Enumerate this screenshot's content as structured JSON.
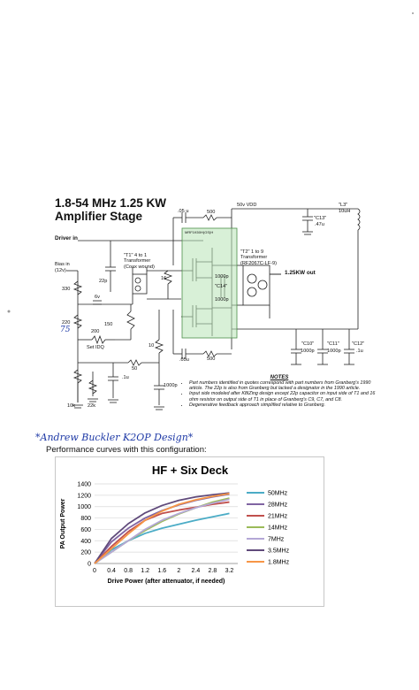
{
  "schematic": {
    "title_line1": "1.8-54 MHz 1.25 KW",
    "title_line2": "Amplifier Stage",
    "driver_in": "Driver in",
    "bias_in": "Bias in",
    "bias_volts": "(12v)",
    "r330": "330",
    "r220": "220",
    "v6": "6v",
    "r150": "150",
    "r200": "200",
    "set_idq": "Set IDQ",
    "r50": "50",
    "c1u": ".1u",
    "r10k": "10k",
    "r22k": "22k",
    "c22p": "22p",
    "t1_line1": "\"T1\" 4 to 1",
    "t1_line2": "Transformer",
    "t1_line3": "(Coax wound)",
    "r16": "16",
    "r10": "10",
    "c1000p_bottom": "1000p",
    "c05u_top": ".05 u",
    "r500_top": "500",
    "c05u_bottom": ".05u",
    "r500_bottom": "500",
    "mosfet_label": "MRF1K50H(GS)H",
    "c1000p_a": "1000p",
    "c14": "\"C14\"",
    "c1000p_b": "1000p",
    "t2_line1": "\"T2\" 1 to 9",
    "t2_line2": "Transformer",
    "t2_line3": "(RF2067C-LF-9)",
    "out_label": "1.25KW out",
    "vdd": "50v VDD",
    "c13": "\"C13\"",
    "c13_val": ".47u",
    "l3": "\"L3\"",
    "l3_val": "10uH",
    "c10": "\"C10\"",
    "c10_val": "1000p",
    "c11": "\"C11\"",
    "c11_val": "1000p",
    "c12": "\"C12\"",
    "c12_val": ".1u",
    "handwritten_mark": "75",
    "notes_title": "NOTES",
    "notes": [
      "Part numbers identified in quotes correspond with part numbers from Granberg's 1990 article. The 22p is also from Granberg but lacked a designator in the 1990 article.",
      "Input side modeled after K8IZing design except 22p capacitor on input side of T1 and 16 ohm resistor on output side of T1 in place of Granberg's C9, C7, and C8.",
      "Degenerative feedback approach simplified relative to Granberg."
    ]
  },
  "signature": "*Andrew Buckler K2OP Design*",
  "caption": "Performance curves with this configuration:",
  "chart_data": {
    "type": "line",
    "title": "HF + Six Deck",
    "xlabel": "Drive Power (after attenuator, if needed)",
    "ylabel": "PA Output Power",
    "x": [
      0,
      0.4,
      0.8,
      1.2,
      1.6,
      2.0,
      2.4,
      2.8,
      3.2
    ],
    "xlim": [
      0,
      3.4
    ],
    "ylim": [
      0,
      1400
    ],
    "x_ticks": [
      "0",
      "0.4",
      "0.8",
      "1.2",
      "1.6",
      "2",
      "2.4",
      "2.8",
      "3.2"
    ],
    "y_ticks": [
      "0",
      "200",
      "400",
      "600",
      "800",
      "1000",
      "1200",
      "1400"
    ],
    "grid": "horizontal",
    "legend_position": "right",
    "series": [
      {
        "name": "50MHz",
        "color": "#4bacc6",
        "values": [
          0,
          240,
          400,
          530,
          620,
          690,
          760,
          820,
          880
        ]
      },
      {
        "name": "28MHz",
        "color": "#8064a2",
        "values": [
          0,
          380,
          620,
          800,
          930,
          1030,
          1110,
          1170,
          1220
        ]
      },
      {
        "name": "21MHz",
        "color": "#c0504d",
        "values": [
          0,
          300,
          560,
          760,
          880,
          940,
          990,
          1040,
          1080
        ]
      },
      {
        "name": "14MHz",
        "color": "#9bbb59",
        "values": [
          0,
          200,
          400,
          580,
          740,
          870,
          980,
          1080,
          1150
        ]
      },
      {
        "name": "7MHz",
        "color": "#b4a7d6",
        "values": [
          0,
          200,
          400,
          600,
          760,
          880,
          980,
          1060,
          1130
        ]
      },
      {
        "name": "3.5MHz",
        "color": "#604a7b",
        "values": [
          0,
          440,
          700,
          890,
          1020,
          1110,
          1170,
          1210,
          1240
        ]
      },
      {
        "name": "1.8MHz",
        "color": "#f79646",
        "values": [
          0,
          260,
          520,
          760,
          920,
          1040,
          1120,
          1180,
          1230
        ]
      }
    ]
  }
}
